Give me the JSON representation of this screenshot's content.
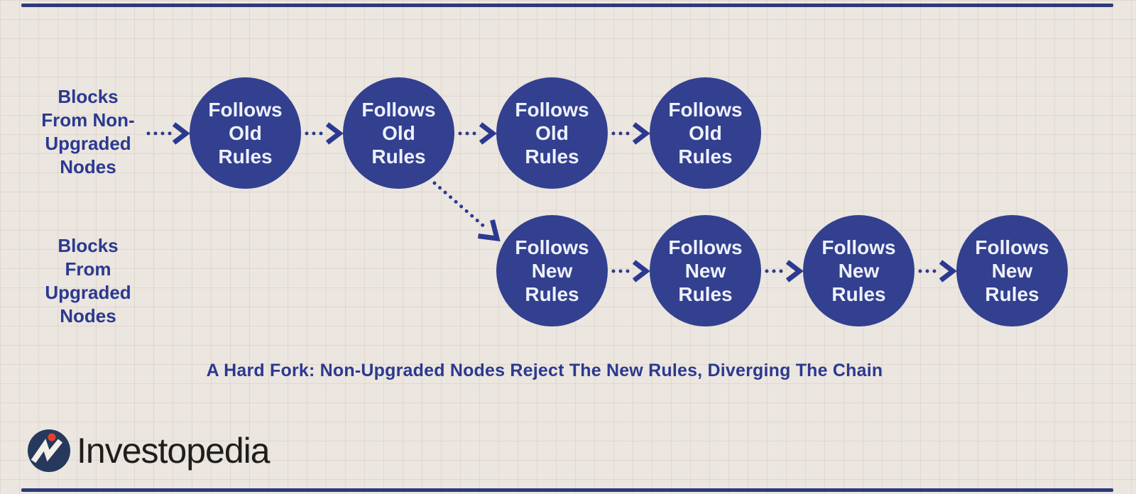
{
  "colors": {
    "background": "#ebe6df",
    "grid_line": "#d9cbc4",
    "node_fill": "#32408f",
    "node_text": "#eef1fb",
    "label_text": "#2b3990",
    "arrow": "#2b3990",
    "caption_text": "#2b3990",
    "edge_bar": "#2c3a7a",
    "logo_circle": "#26395c",
    "logo_dot": "#e5402e",
    "wordmark_text": "#1e1e1c"
  },
  "diagram": {
    "row_old": {
      "side_label_lines": [
        "Blocks",
        "From Non-",
        "Upgraded",
        "Nodes"
      ],
      "node_lines": [
        "Follows",
        "Old",
        "Rules"
      ],
      "node_count": 4
    },
    "row_new": {
      "side_label_lines": [
        "Blocks",
        "From",
        "Upgraded",
        "Nodes"
      ],
      "node_lines": [
        "Follows",
        "New",
        "Rules"
      ],
      "node_count": 4
    },
    "caption": "A Hard Fork: Non-Upgraded Nodes Reject The New Rules, Diverging The Chain"
  },
  "branding": {
    "wordmark": "Investopedia",
    "mark_icon": "investopedia-i-mark"
  }
}
